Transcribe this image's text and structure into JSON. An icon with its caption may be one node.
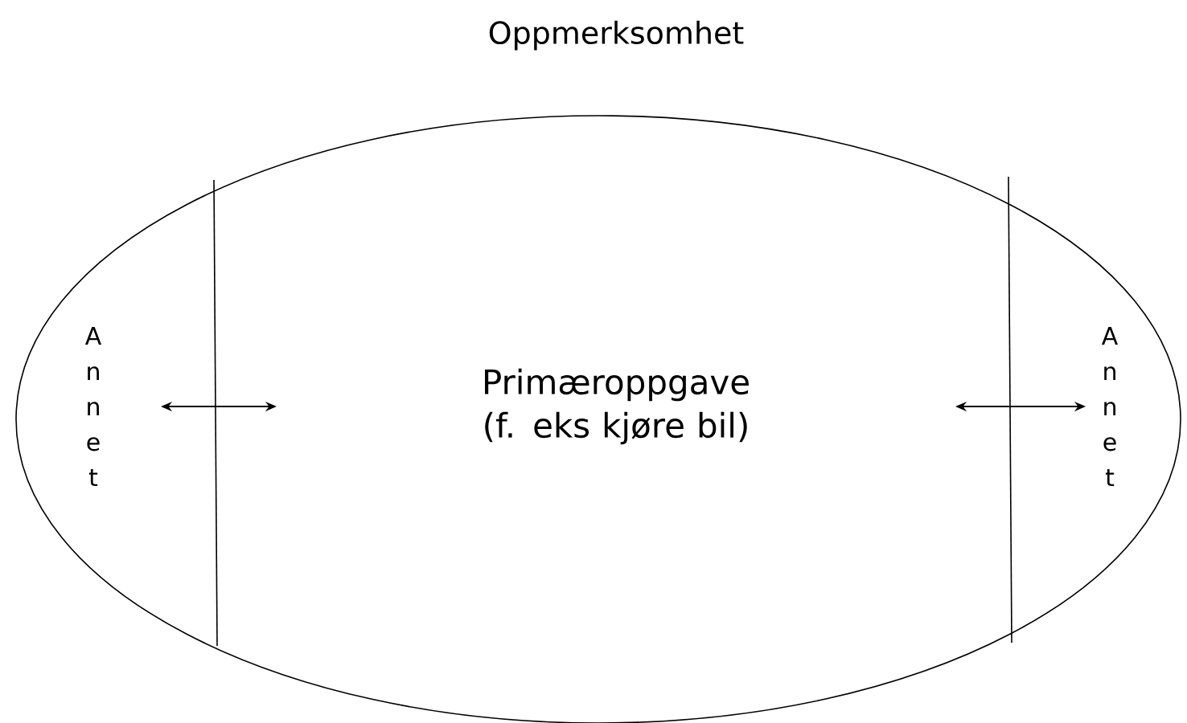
{
  "diagram": {
    "nodes": [
      {
        "text": [
          "Oppmerksomhet"
        ]
      },
      {
        "text": [
          "Annet"
        ],
        "in": 0
      },
      {
        "text": [
          "Primæroppgave (f. eks kjøre bil)"
        ],
        "in": 0
      },
      {
        "text": [
          "Annet"
        ],
        "in": 0
      }
    ]
  }
}
